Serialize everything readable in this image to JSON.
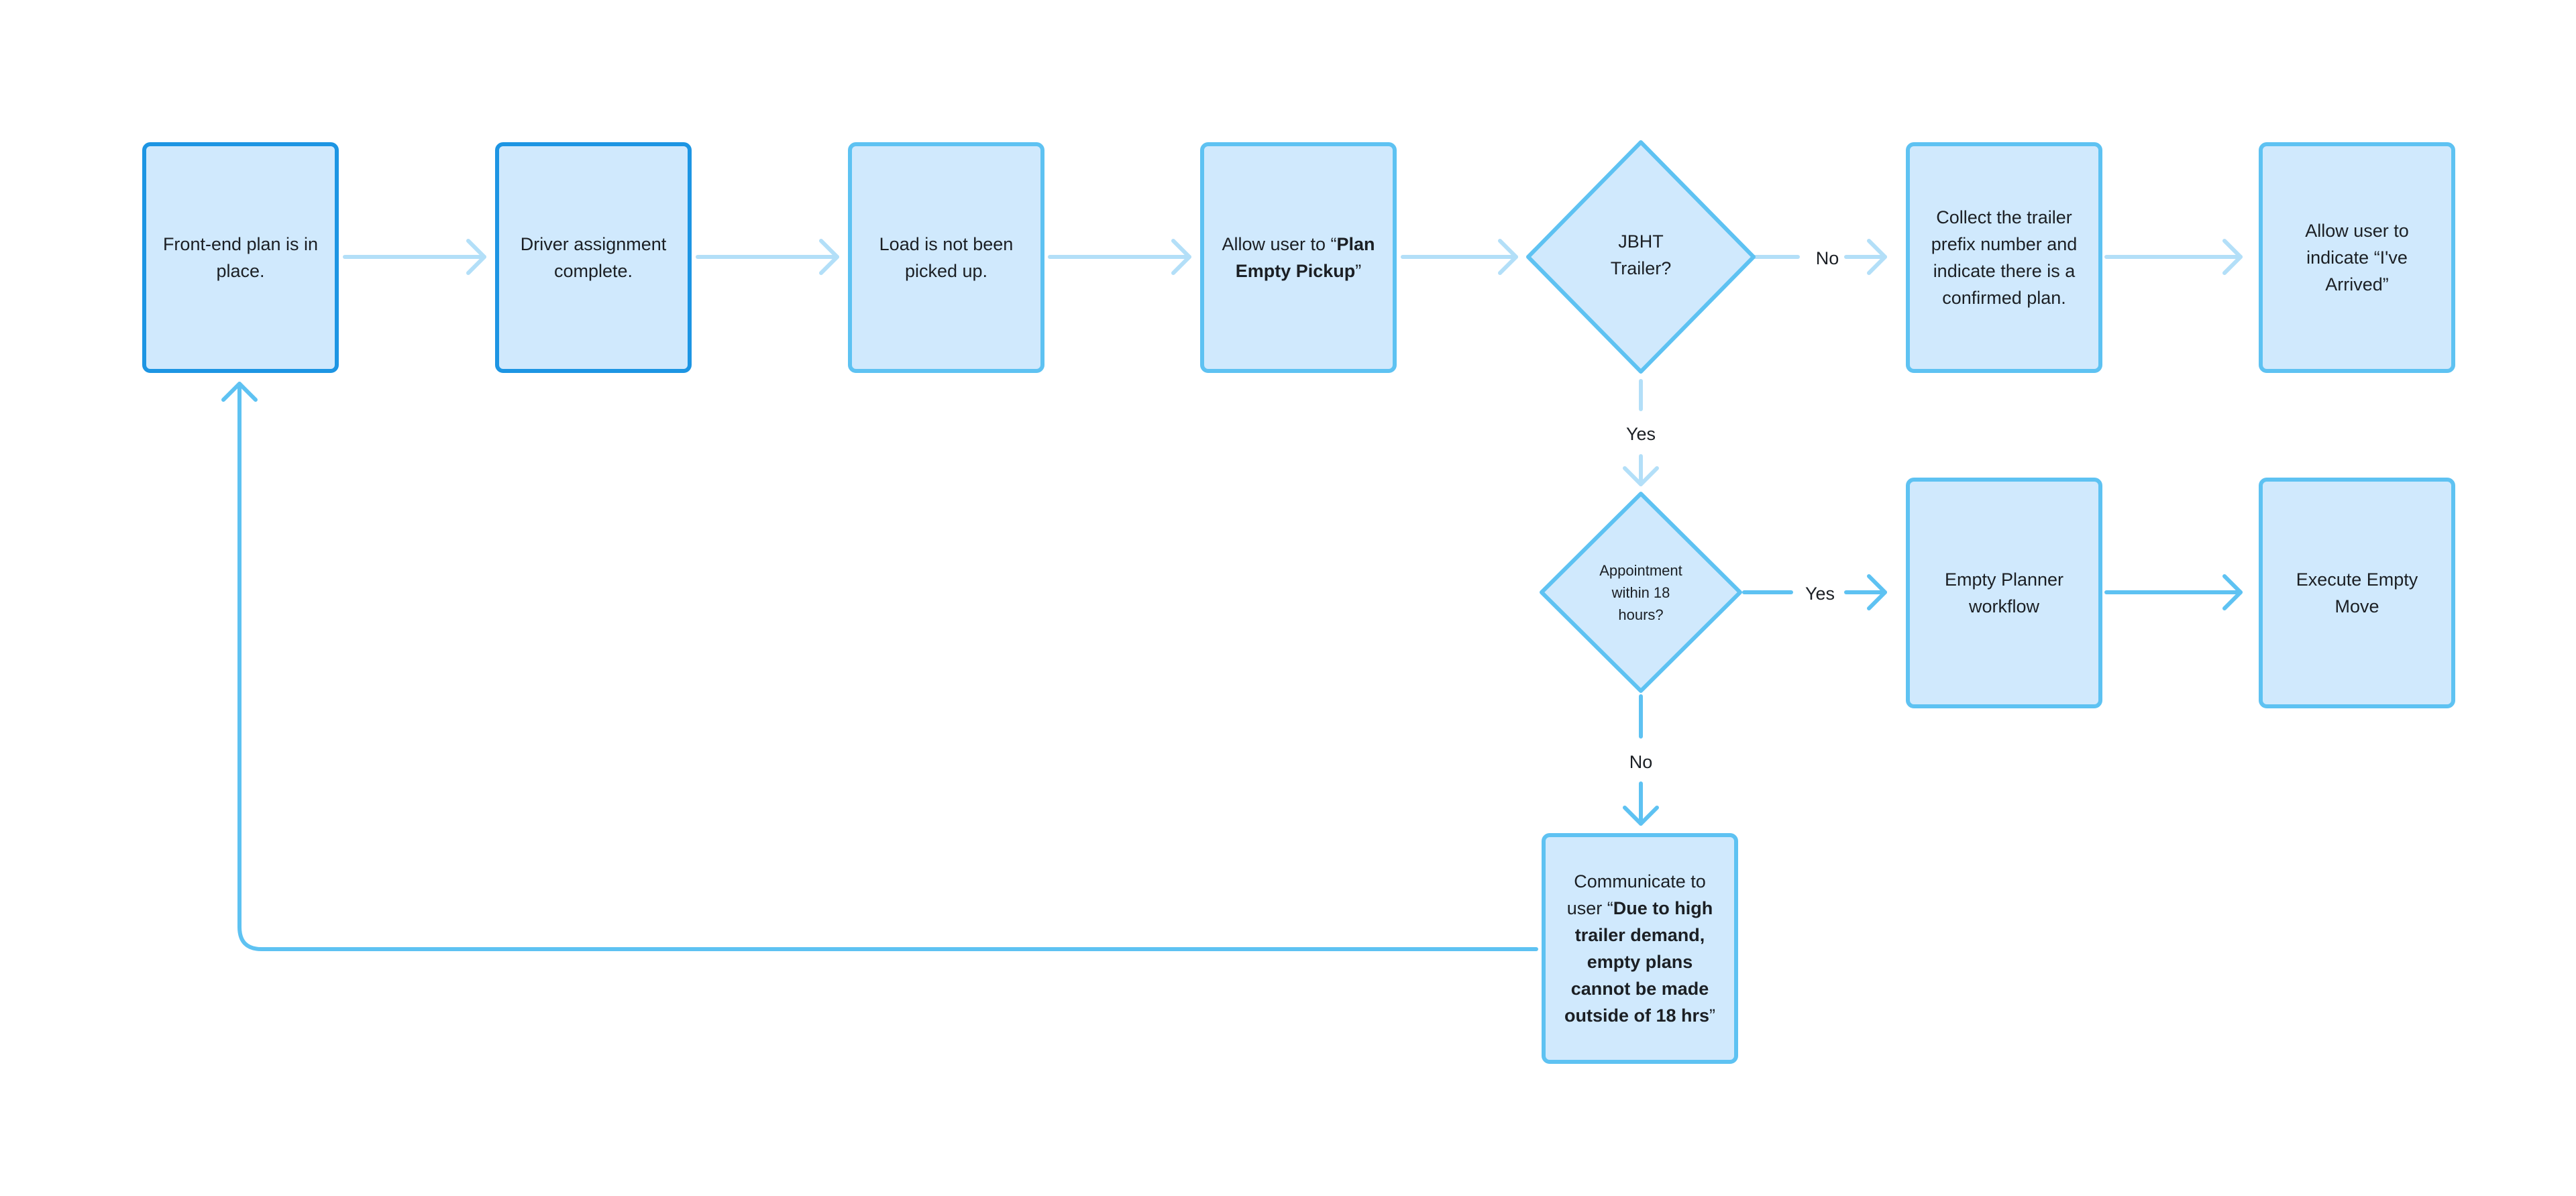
{
  "colors": {
    "node_fill": "#d0e9fd",
    "node_border": "#5ec2f2",
    "node_border_dark": "#1d95e3",
    "connector_light": "#b3dff8",
    "connector": "#5ec2f2"
  },
  "nodes": {
    "front_end_plan": {
      "text": "Front-end plan is in place."
    },
    "driver_assignment": {
      "text": "Driver assignment complete."
    },
    "load_not_picked": {
      "text": "Load is not been picked up."
    },
    "plan_empty_pickup": {
      "prefix": "Allow user to “",
      "bold": "Plan Empty Pickup",
      "suffix": "”"
    },
    "jbht_trailer": {
      "text": "JBHT Trailer?"
    },
    "collect_trailer": {
      "text": "Collect the trailer prefix number and indicate there is a confirmed plan."
    },
    "ive_arrived": {
      "text": "Allow user to indicate “I've Arrived”"
    },
    "appointment_18": {
      "text": "Appointment within 18 hours?"
    },
    "empty_planner": {
      "text": "Empty Planner workflow"
    },
    "execute_empty": {
      "text": "Execute Empty Move"
    },
    "communicate": {
      "prefix": "Communicate to user “",
      "bold": "Due to high trailer demand, empty plans cannot be made outside of 18 hrs",
      "suffix": "”"
    }
  },
  "edge_labels": {
    "jbht_no": "No",
    "jbht_yes": "Yes",
    "appt_yes": "Yes",
    "appt_no": "No"
  }
}
